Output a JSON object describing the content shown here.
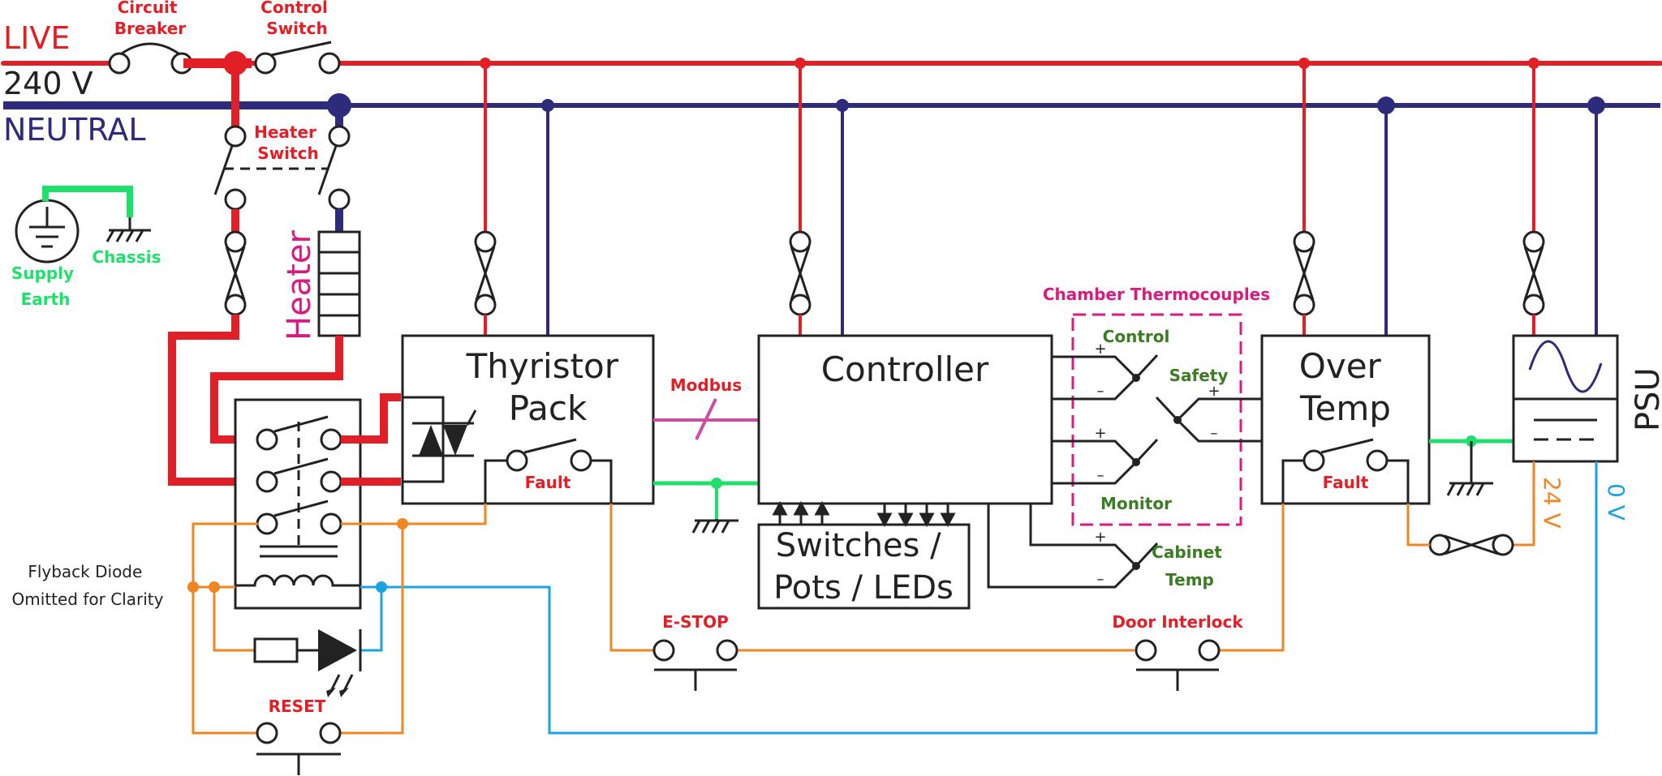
{
  "colors": {
    "live": "#e21f26",
    "neutral": "#2e2a7c",
    "earth": "#1fe06a",
    "signal_24v": "#ef8523",
    "signal_0v": "#1aa3de",
    "modbus": "#c94fa3",
    "thermocouple_box": "#d91a80",
    "thermocouple_label": "#3b7d23",
    "component": "#222222"
  },
  "labels": {
    "live": "LIVE",
    "voltage": "240 V",
    "neutral": "NEUTRAL",
    "circuit_breaker": [
      "Circuit",
      "Breaker"
    ],
    "control_switch": [
      "Control",
      "Switch"
    ],
    "heater_switch": [
      "Heater",
      "Switch"
    ],
    "heater": "Heater",
    "supply_earth": [
      "Supply",
      "Earth"
    ],
    "chassis": "Chassis",
    "thyristor_pack": [
      "Thyristor",
      "Pack"
    ],
    "thyristor_fault": "Fault",
    "modbus": "Modbus",
    "controller": "Controller",
    "switches_pots_leds": [
      "Switches /",
      "Pots / LEDs"
    ],
    "chamber_thermocouples": "Chamber Thermocouples",
    "tc_control": "Control",
    "tc_safety": "Safety",
    "tc_monitor": "Monitor",
    "tc_cabinet": [
      "Cabinet",
      "Temp"
    ],
    "plus": "+",
    "minus": "–",
    "over_temp": [
      "Over",
      "Temp"
    ],
    "over_temp_fault": "Fault",
    "psu": "PSU",
    "v24": "24 V",
    "v0": "0 V",
    "estop": "E-STOP",
    "door_interlock": "Door Interlock",
    "reset": "RESET",
    "flyback_note": [
      "Flyback Diode",
      "Omitted for Clarity"
    ]
  }
}
